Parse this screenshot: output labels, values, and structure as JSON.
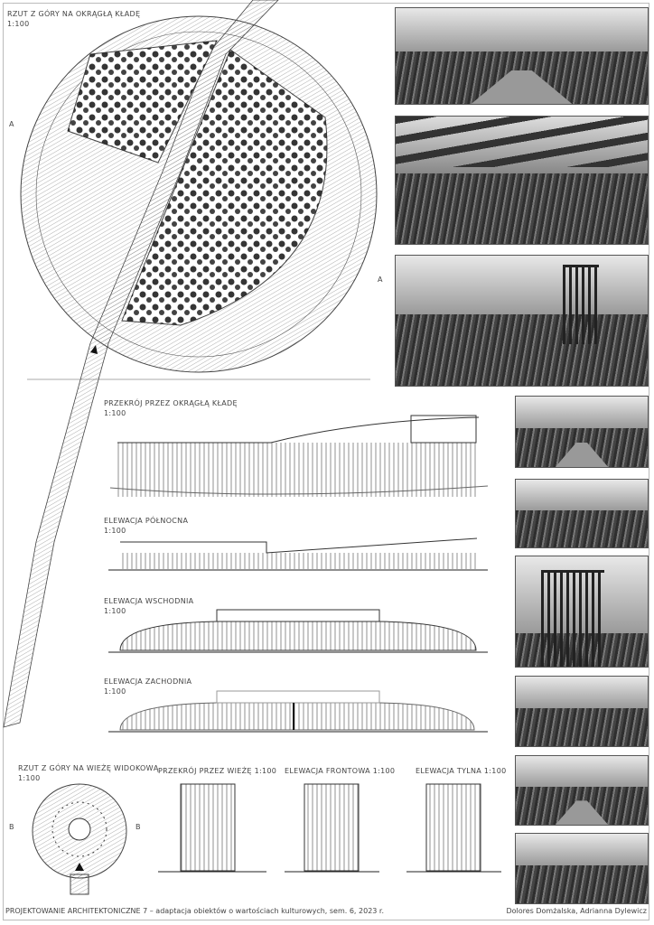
{
  "plan": {
    "title": "RZUT Z GÓRY NA OKRĄGŁĄ KŁADĘ",
    "scale": "1:100",
    "marker_a": "A"
  },
  "sections": [
    {
      "title": "PRZEKRÓJ PRZEZ OKRĄGŁĄ KŁADĘ",
      "scale": "1:100"
    },
    {
      "title": "ELEWACJA PÓŁNOCNA",
      "scale": "1:100"
    },
    {
      "title": "ELEWACJA WSCHODNIA",
      "scale": "1:100"
    },
    {
      "title": "ELEWACJA ZACHODNIA",
      "scale": "1:100"
    }
  ],
  "tower": {
    "plan_title": "RZUT Z GÓRY NA WIEŻĘ WIDOKOWĄ",
    "plan_scale": "1:100",
    "marker_b": "B",
    "section_title": "PRZEKRÓJ PRZEZ WIEŻĘ 1:100",
    "front_title": "ELEWACJA FRONTOWA 1:100",
    "rear_title": "ELEWACJA TYLNA 1:100"
  },
  "footer": {
    "course": "PROJEKTOWANIE ARCHITEKTONICZNE 7 – adaptacja obiektów o wartościach kulturowych, sem. 6, 2023 r.",
    "authors": "Dolores Domżalska, Adrianna Dylewicz"
  }
}
